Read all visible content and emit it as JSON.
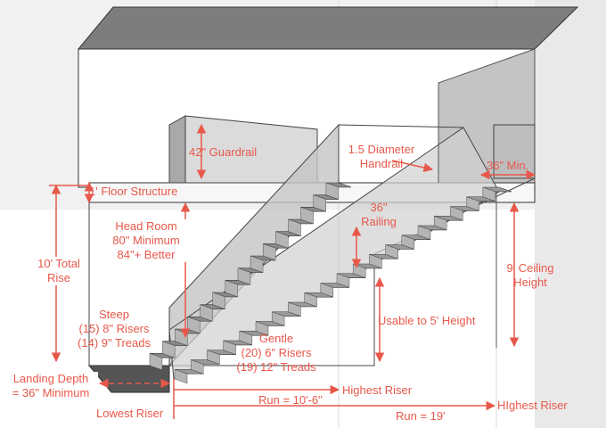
{
  "colors": {
    "annotation": "#e8584a",
    "ceiling_dark": "#7a7a7a",
    "glass": "#c9c9c9",
    "tread": "#8e8e8e",
    "landing": "#555555",
    "wall_bg": "#ececec"
  },
  "labels": {
    "guardrail": "42\" Guardrail",
    "handrail_l1": "1.5 Diameter",
    "handrail_l2": "Handrail",
    "min_width": "36\" Min.",
    "floor_structure": "1' Floor Structure",
    "railing_l1": "36\"",
    "railing_l2": "Railing",
    "headroom_l1": "Head Room",
    "headroom_l2": "80\" Minimum",
    "headroom_l3": "84\"+ Better",
    "total_rise_l1": "10' Total",
    "total_rise_l2": "Rise",
    "ceiling_l1": "9' Ceiling",
    "ceiling_l2": "Height",
    "steep_l1": "Steep",
    "steep_l2": "(15) 8\" Risers",
    "steep_l3": "(14) 9\" Treads",
    "usable": "Usable to 5' Height",
    "gentle_l1": "Gentle",
    "gentle_l2": "(20) 6\" Risers",
    "gentle_l3": "(19) 12\" Treads",
    "landing_l1": "Landing Depth",
    "landing_l2": "= 36\" Minimum",
    "highest_riser_1": "Highest Riser",
    "lowest_riser": "Lowest Riser",
    "run_1": "Run = 10'-6\"",
    "run_2": "Run = 19'",
    "highest_riser_2": "HIghest Riser"
  },
  "stairs": {
    "steep": {
      "risers": 15,
      "treads": 14
    },
    "gentle": {
      "risers": 20,
      "treads": 19
    }
  }
}
